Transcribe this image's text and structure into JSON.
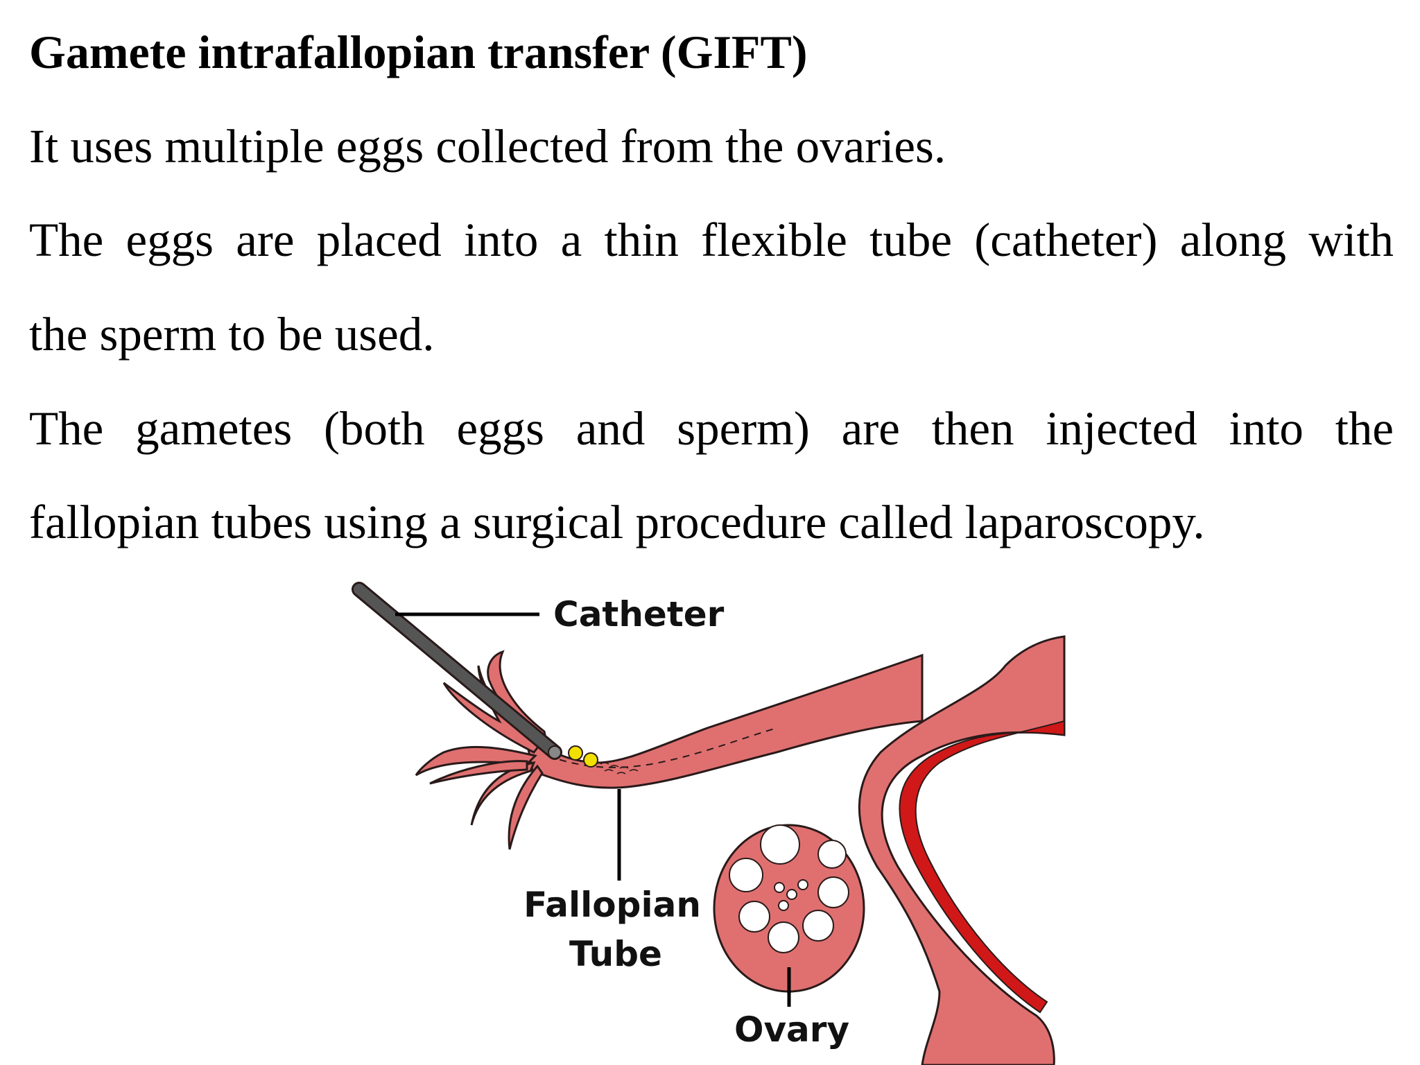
{
  "document": {
    "title": "Gamete intrafallopian transfer (GIFT)",
    "paragraphs": [
      {
        "lines": [
          "It uses multiple eggs collected from the ovaries."
        ]
      },
      {
        "lines": [
          "The eggs are placed into a thin flexible tube (catheter) along with",
          "the sperm to be used."
        ]
      },
      {
        "lines": [
          "The gametes (both eggs and sperm) are then injected into the",
          "fallopian tubes using a surgical procedure called laparoscopy."
        ]
      }
    ]
  },
  "diagram": {
    "labels": {
      "catheter": "Catheter",
      "fallopian_line1": "Fallopian",
      "fallopian_line2": "Tube",
      "ovary": "Ovary"
    },
    "colors": {
      "tissue": "#e07070",
      "tissue_dark": "#d01818",
      "outline": "#2a1a1a",
      "catheter": "#555555",
      "egg": "#f2e000"
    }
  }
}
